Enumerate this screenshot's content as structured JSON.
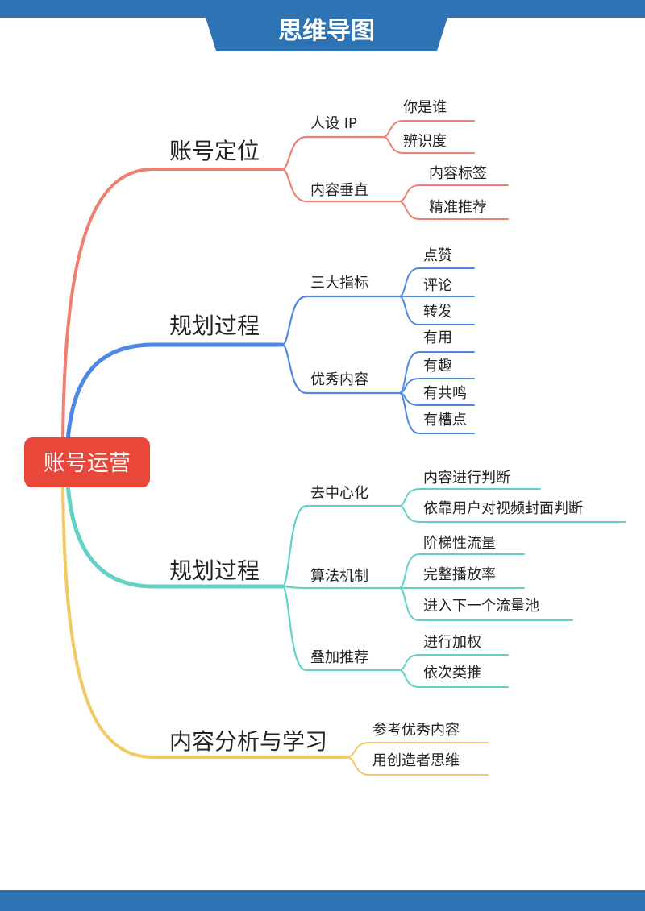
{
  "header": {
    "title": "思维导图"
  },
  "root": {
    "label": "账号运营"
  },
  "colors": {
    "header": "#2e74b5",
    "root": "#e8473a",
    "b1": "#ee7f72",
    "b2": "#4f88e3",
    "b3": "#62d2c5",
    "b4": "#f1ca66"
  },
  "branches": [
    {
      "label": "账号定位",
      "children": [
        {
          "label": "人设 IP",
          "leaves": [
            "你是谁",
            "辨识度"
          ]
        },
        {
          "label": "内容垂直",
          "leaves": [
            "内容标签",
            "精准推荐"
          ]
        }
      ]
    },
    {
      "label": "规划过程",
      "children": [
        {
          "label": "三大指标",
          "leaves": [
            "点赞",
            "评论",
            "转发"
          ]
        },
        {
          "label": "优秀内容",
          "leaves": [
            "有用",
            "有趣",
            "有共鸣",
            "有槽点"
          ]
        }
      ]
    },
    {
      "label": "规划过程",
      "children": [
        {
          "label": "去中心化",
          "leaves": [
            "内容进行判断",
            "依靠用户对视频封面判断"
          ]
        },
        {
          "label": "算法机制",
          "leaves": [
            "阶梯性流量",
            "完整播放率",
            "进入下一个流量池"
          ]
        },
        {
          "label": "叠加推荐",
          "leaves": [
            "进行加权",
            "依次类推"
          ]
        }
      ]
    },
    {
      "label": "内容分析与学习",
      "leaves": [
        "参考优秀内容",
        "用创造者思维"
      ]
    }
  ]
}
